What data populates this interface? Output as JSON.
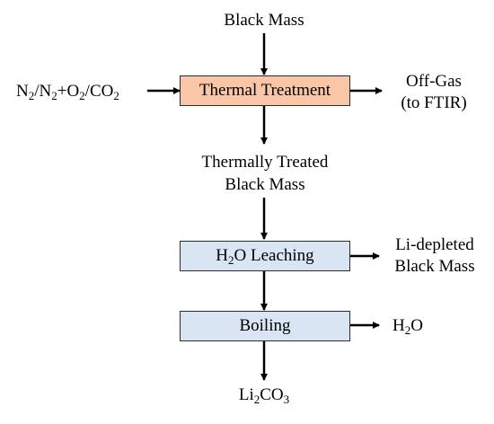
{
  "colors": {
    "thermal_box_fill": "#f9c7a8",
    "process_box_fill": "#dae5f4",
    "box_border": "#2b2b2b",
    "arrow": "#000000"
  },
  "inputs": {
    "black_mass": "Black Mass",
    "gas_n": "N",
    "gas_sub1": "2",
    "gas_sep1": "/N",
    "gas_sub2": "2",
    "gas_plus_o": "+O",
    "gas_sub3": "2",
    "gas_sep2": "/CO",
    "gas_sub4": "2"
  },
  "steps": {
    "thermal_treatment": "Thermal Treatment",
    "h2o_leaching_h": "H",
    "h2o_leaching_sub": "2",
    "h2o_leaching_rest": "O Leaching",
    "boiling": "Boiling"
  },
  "outputs": {
    "off_gas_line1": "Off-Gas",
    "off_gas_line2": "(to FTIR)",
    "treated_line1": "Thermally Treated",
    "treated_line2": "Black Mass",
    "depleted_line1": "Li-depleted",
    "depleted_line2": "Black Mass",
    "h2o_h": "H",
    "h2o_sub": "2",
    "h2o_o": "O",
    "li2co3_li": "Li",
    "li2co3_sub1": "2",
    "li2co3_co": "CO",
    "li2co3_sub2": "3"
  }
}
